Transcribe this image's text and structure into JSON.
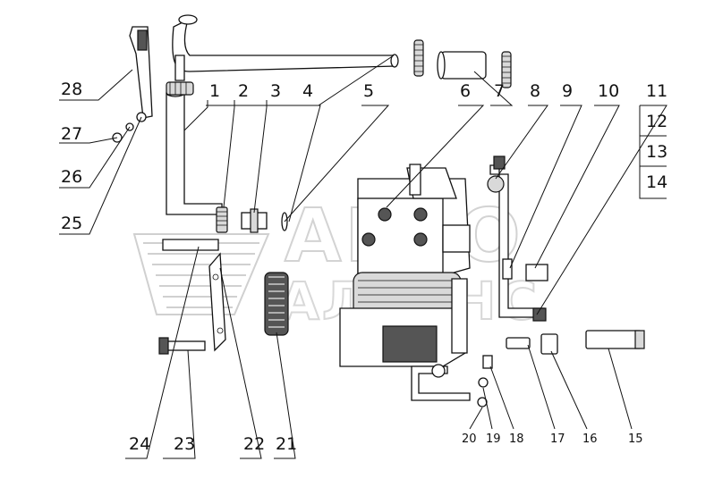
{
  "watermark": {
    "line1": "АВТО",
    "line2": "АЛЬЯНС"
  },
  "callouts": [
    "1",
    "2",
    "3",
    "4",
    "5",
    "6",
    "7",
    "8",
    "9",
    "10",
    "11",
    "12",
    "13",
    "14",
    "15",
    "16",
    "17",
    "18",
    "19",
    "20",
    "21",
    "22",
    "23",
    "24",
    "25",
    "26",
    "27",
    "28"
  ]
}
